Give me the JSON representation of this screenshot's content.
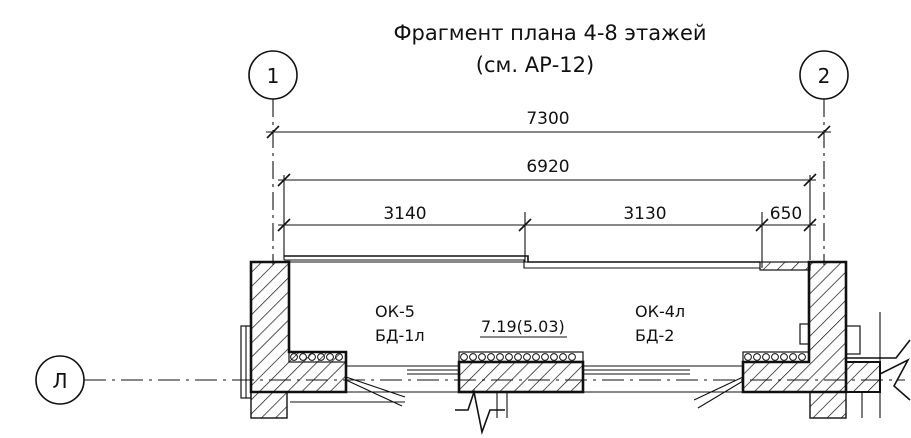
{
  "title": {
    "line1": "Фрагмент плана 4-8 этажей",
    "line2": "(см. АР-12)"
  },
  "axes": {
    "axis_1": "1",
    "axis_2": "2",
    "axis_l": "Л"
  },
  "dimensions": {
    "overall": "7300",
    "inner": "6920",
    "left_segment": "3140",
    "right_segment": "3130",
    "pier": "650"
  },
  "labels": {
    "window_left": "ОК-5",
    "door_left": "БД-1л",
    "room": "7.19(5.03)",
    "window_right": "ОК-4л",
    "door_right": "БД-2"
  }
}
